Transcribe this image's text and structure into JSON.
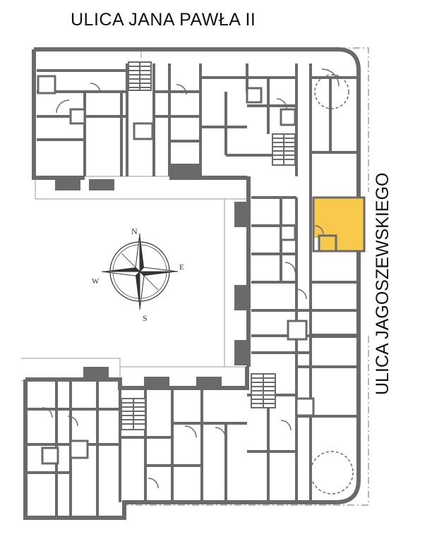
{
  "streets": {
    "top": "ULICA  JANA PAWŁA II",
    "right": "ULICA  JAGOSZEWSKIEGO"
  },
  "compass": {
    "n": "N",
    "e": "E",
    "s": "S",
    "w": "W"
  },
  "colors": {
    "wall": "#6a6a6a",
    "highlight": "#f9c94e",
    "highlight_stroke": "#d9a520",
    "background": "#ffffff"
  },
  "highlighted_unit": "selected apartment"
}
